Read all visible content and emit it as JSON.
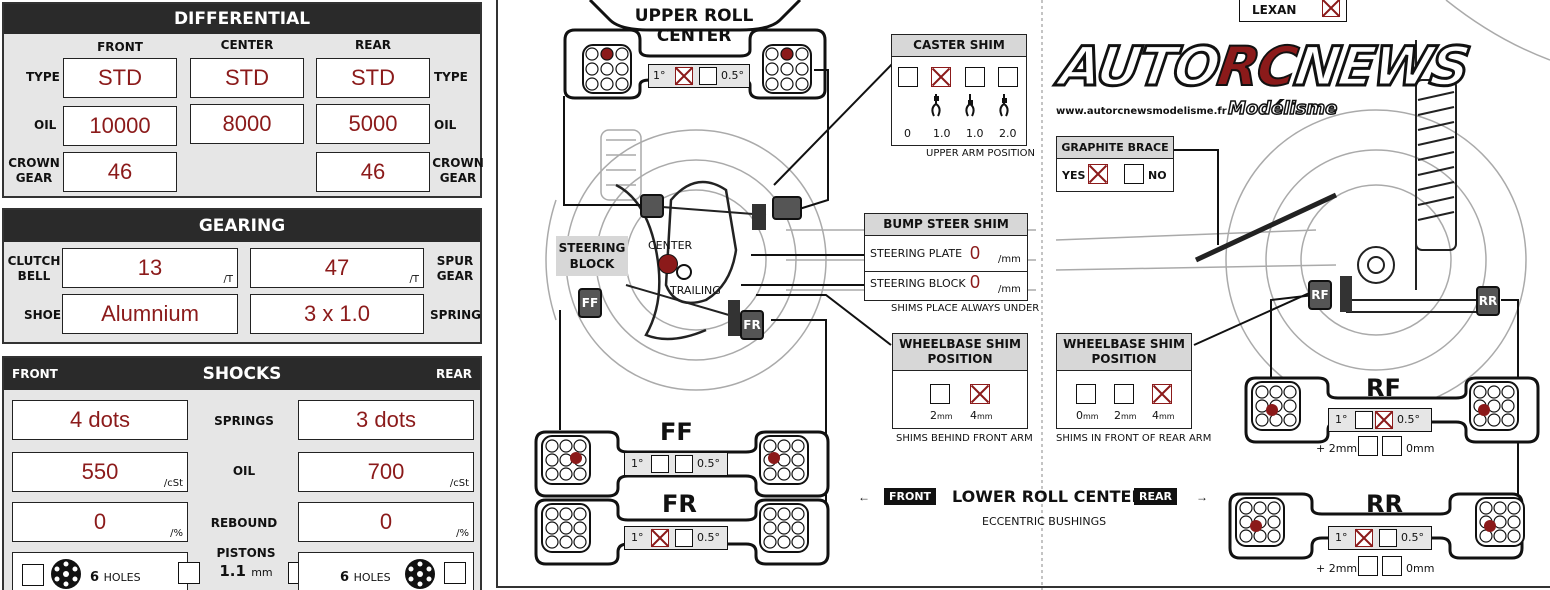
{
  "differential": {
    "title": "DIFFERENTIAL",
    "col_front": "FRONT",
    "col_center": "CENTER",
    "col_rear": "REAR",
    "row_type": "TYPE",
    "row_oil": "OIL",
    "row_crown_gear_1": "CROWN",
    "row_crown_gear_2": "GEAR",
    "front_type": "STD",
    "center_type": "STD",
    "rear_type": "STD",
    "front_oil": "10000",
    "center_oil": "8000",
    "rear_oil": "5000",
    "front_crown": "46",
    "rear_crown": "46"
  },
  "gearing": {
    "title": "GEARING",
    "clutch_bell_1": "CLUTCH",
    "clutch_bell_2": "BELL",
    "spur_gear_1": "SPUR",
    "spur_gear_2": "GEAR",
    "shoe": "SHOE",
    "spring": "SPRING",
    "clutch_bell_value": "13",
    "spur_gear_value": "47",
    "teeth_unit": "/T",
    "shoe_value": "Alumnium",
    "spring_value": "3 x 1.0"
  },
  "shocks": {
    "title": "SHOCKS",
    "front": "FRONT",
    "rear": "REAR",
    "springs": "SPRINGS",
    "oil": "OIL",
    "rebound": "REBOUND",
    "pistons": "PISTONS",
    "piston_size": "1.1",
    "piston_unit": "mm",
    "front_springs": "4 dots",
    "rear_springs": "3 dots",
    "front_oil": "550",
    "rear_oil": "700",
    "oil_unit": "/cSt",
    "front_rebound": "0",
    "rear_rebound": "0",
    "rebound_unit": "/%",
    "front_holes": "6",
    "rear_holes": "6",
    "holes_label": "HOLES"
  },
  "diagram": {
    "upper_roll_center_1": "UPPER ROLL",
    "upper_roll_center_2": "CENTER",
    "deg1": "1°",
    "deg05": "0.5°",
    "caster_shim": {
      "title": "CASTER SHIM",
      "values": [
        "0",
        "1.0",
        "1.0",
        "2.0"
      ],
      "note": "UPPER ARM POSITION"
    },
    "bump_steer_shim": {
      "title": "BUMP STEER SHIM",
      "steering_plate": "STEERING PLATE",
      "steering_plate_value": "0",
      "steering_block": "STEERING BLOCK",
      "steering_block_value": "0",
      "unit": "/mm",
      "note": "SHIMS PLACE ALWAYS UNDER"
    },
    "wheelbase_front": {
      "title_1": "WHEELBASE SHIM",
      "title_2": "POSITION",
      "opt_2": "2",
      "opt_4": "4",
      "mm": "mm",
      "note": "SHIMS BEHIND FRONT ARM"
    },
    "wheelbase_rear": {
      "title_1": "WHEELBASE SHIM",
      "title_2": "POSITION",
      "opt_0": "0",
      "opt_2": "2",
      "opt_4": "4",
      "mm": "mm",
      "note": "SHIMS IN FRONT OF REAR ARM"
    },
    "steering_block_1": "STEERING",
    "steering_block_2": "BLOCK",
    "center": "CENTER",
    "trailing": "TRAILING",
    "ff": "FF",
    "fr": "FR",
    "rf": "RF",
    "rr": "RR",
    "front_tag": "FRONT",
    "rear_tag": "REAR",
    "lower_roll_center": "LOWER ROLL CENTER",
    "eccentric_bushings": "ECCENTRIC BUSHINGS",
    "plus_2mm": "+ 2mm",
    "zero_mm": "0mm",
    "lexan": "LEXAN",
    "graphite_brace": "GRAPHITE BRACE",
    "yes": "YES",
    "no": "NO"
  },
  "logo": {
    "auto": "AUTO",
    "rc": "RC",
    "news": "NEWS",
    "url": "www.autorcnewsmodelisme.fr",
    "modelisme": "Modélisme"
  },
  "colors": {
    "accent": "#8b1a1a",
    "header": "#2a2a2a",
    "panel_bg": "#e6e6e6"
  }
}
